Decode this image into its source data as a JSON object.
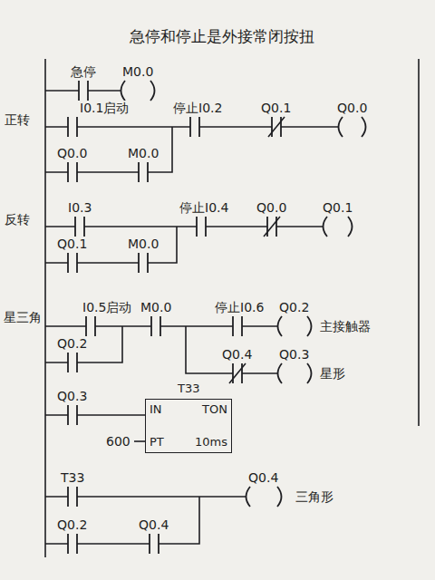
{
  "diagram": {
    "title": "急停和停止是外接常闭按扭",
    "nodes": [
      {
        "text": [
          "T33",
          "IN",
          "TON",
          "PT",
          "10ms"
        ]
      }
    ],
    "labels": [
      "急停",
      "M0.0",
      "正转",
      "I0.1启动",
      "停止I0.2",
      "Q0.1",
      "Q0.0",
      "Q0.0",
      "M0.0",
      "反转",
      "I0.3",
      "停止I0.4",
      "Q0.0",
      "Q0.1",
      "Q0.1",
      "M0.0",
      "星三角",
      "I0.5启动",
      "M0.0",
      "停止I0.6",
      "Q0.2",
      "主接触器",
      "Q0.2",
      "Q0.4",
      "Q0.3",
      "星形",
      "Q0.3",
      "600",
      "T33",
      "Q0.4",
      "三角形",
      "Q0.2",
      "Q0.4"
    ]
  }
}
